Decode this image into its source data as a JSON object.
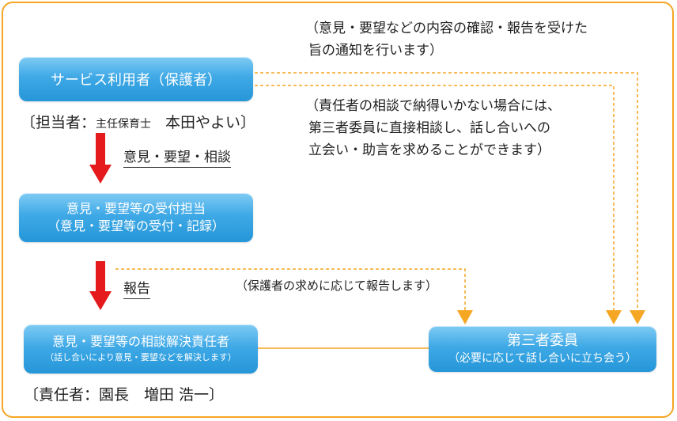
{
  "notes": {
    "top_line1": "（意見・要望などの内容の確認・報告を受けた",
    "top_line2": "旨の通知を行います）",
    "mid_line1": "（責任者の相談で納得いかない場合には、",
    "mid_line2": "第三者委員に直接相談し、話し合いへの",
    "mid_line3": "立会い・助言を求めることができます）",
    "report_note": "（保護者の求めに応じて報告します）"
  },
  "user_box": {
    "title": "サービス利用者（保護者）"
  },
  "staff": {
    "prefix": "〔担当者：",
    "role": "主任保育士",
    "name": "本田やよい〕"
  },
  "step1_label": "意見・要望・相談",
  "reception_box": {
    "line1": "意見・要望等の受付担当",
    "line2": "（意見・要望等の受付・記録）"
  },
  "step2_label": "報告",
  "resolver_box": {
    "line1": "意見・要望等の相談解決責任者",
    "line2": "（話し合いにより意見・要望などを解決します）"
  },
  "responsible": {
    "text": "〔責任者：園長　増田 浩一〕"
  },
  "third_party_box": {
    "line1": "第三者委員",
    "line2": "（必要に応じて話し合いに立ち会う）"
  },
  "colors": {
    "border": "#f5a623",
    "arrow_red": "#e41a1c",
    "dash_orange": "#f5a623",
    "box_blue": "#3fa9e6"
  }
}
